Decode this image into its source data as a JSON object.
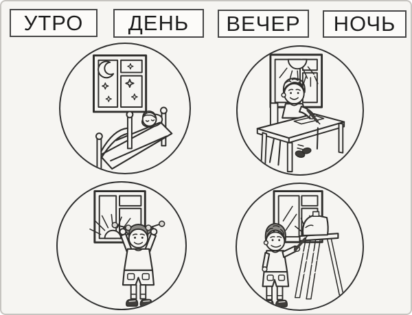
{
  "worksheet": {
    "type": "times-of-day matching worksheet",
    "colors": {
      "background": "#f6f5f2",
      "ink": "#2e2d2b",
      "word_box_border": "#454545",
      "circle_border": "#303030",
      "page_frame": "#c6c4c0"
    },
    "word_cards": [
      {
        "id": "utro",
        "label": "УТРО"
      },
      {
        "id": "den",
        "label": "ДЕНЬ"
      },
      {
        "id": "vecher",
        "label": "ВЕЧЕР"
      },
      {
        "id": "noch",
        "label": "НОЧЬ"
      }
    ],
    "picture_cards": [
      {
        "id": "night-sleeping",
        "alt": "Child sleeping in a bed; window with crescent moon and stars"
      },
      {
        "id": "day-studying",
        "alt": "Child writing at a desk; bright sun at top of window"
      },
      {
        "id": "morning-exercise",
        "alt": "Child exercising with dumbbells; rising sun in window"
      },
      {
        "id": "evening-painting",
        "alt": "Child painting at an easel; low sun in window"
      }
    ]
  }
}
